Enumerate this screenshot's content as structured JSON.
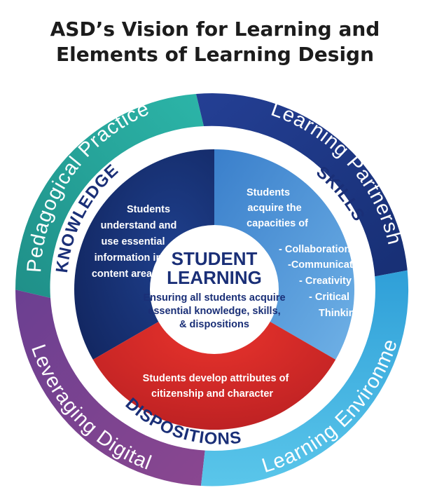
{
  "title": {
    "line1": "ASD’s Vision for Learning and",
    "line2": "Elements of Learning Design"
  },
  "outer_ring": {
    "top_left": "Pedagogical Practices",
    "top_right": "Learning Partnerships",
    "bottom_left": "Leveraging Digital",
    "bottom_right": "Learning Environments"
  },
  "white_band": {
    "knowledge": "KNOWLEDGE",
    "skills": "SKILLS",
    "dispositions": "DISPOSITIONS"
  },
  "knowledge_slice": {
    "lines": [
      "Students",
      "understand and",
      "use essential",
      "information in",
      "content areas"
    ]
  },
  "skills_slice": {
    "intro": [
      "Students",
      "acquire the",
      "capacities of"
    ],
    "items": [
      "- Collaboration",
      "-Communication",
      "- Creativity",
      "- Critical",
      "Thinking"
    ]
  },
  "dispositions_slice": {
    "lines": [
      "Students develop attributes of",
      "citizenship and character"
    ]
  },
  "center": {
    "title_line1": "STUDENT",
    "title_line2": "LEARNING",
    "sub_line1": "Ensuring all students acquire",
    "sub_line2": "essential knowledge, skills,",
    "sub_line3": "& dispositions"
  },
  "colors": {
    "ring_teal": "#26a39c",
    "ring_navy": "#1c3a8c",
    "ring_purple": "#7a4290",
    "ring_cyan": "#3bb6e2",
    "knowledge_navy": "#17306f",
    "skills_blue": "#4a90d6",
    "dispositions_red": "#df2e2a",
    "text_navy": "#1a2f77"
  }
}
